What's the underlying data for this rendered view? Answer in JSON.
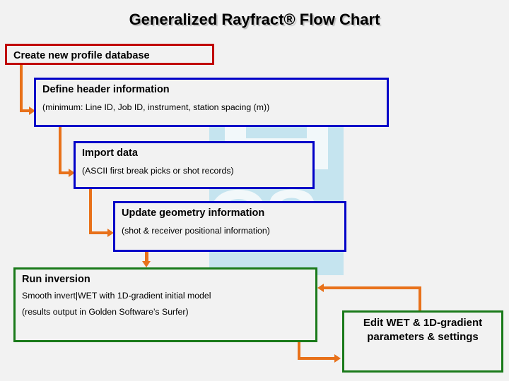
{
  "title": "Generalized Rayfract® Flow Chart",
  "colors": {
    "background": "#f2f2f2",
    "connector": "#e8711a",
    "border_red": "#c00000",
    "border_blue": "#0000c8",
    "border_green": "#1a7a1a",
    "watermark": "#c5e4ef",
    "text": "#000000"
  },
  "watermark": {
    "name": "gs-logo-watermark",
    "letters": "GS"
  },
  "nodes": {
    "create": {
      "title": "Create new profile database",
      "subtitle": "",
      "border": "red"
    },
    "header": {
      "title": "Define header information",
      "subtitle": "(minimum: Line ID, Job ID, instrument, station spacing (m))",
      "border": "blue"
    },
    "import": {
      "title": "Import data",
      "subtitle": "(ASCII first break picks or shot records)",
      "border": "blue"
    },
    "geometry": {
      "title": "Update geometry information",
      "subtitle": "(shot & receiver positional information)",
      "border": "blue"
    },
    "run": {
      "title": "Run inversion",
      "line2": "Smooth invert|WET with 1D-gradient initial model",
      "subtitle": "(results output in Golden Software’s Surfer)",
      "border": "green"
    },
    "edit": {
      "title": "Edit WET & 1D-gradient parameters & settings",
      "border": "green"
    }
  },
  "connectors": [
    {
      "name": "create-to-header",
      "from": "create",
      "to": "header",
      "style": "elbow-down-right"
    },
    {
      "name": "header-to-import",
      "from": "header",
      "to": "import",
      "style": "elbow-down-right"
    },
    {
      "name": "import-to-geometry",
      "from": "import",
      "to": "geometry",
      "style": "elbow-down-right"
    },
    {
      "name": "geometry-to-run",
      "from": "geometry",
      "to": "run",
      "style": "straight-down"
    },
    {
      "name": "run-to-edit",
      "from": "run",
      "to": "edit",
      "style": "elbow-down-right"
    },
    {
      "name": "edit-to-run",
      "from": "edit",
      "to": "run",
      "style": "elbow-up-left"
    }
  ]
}
